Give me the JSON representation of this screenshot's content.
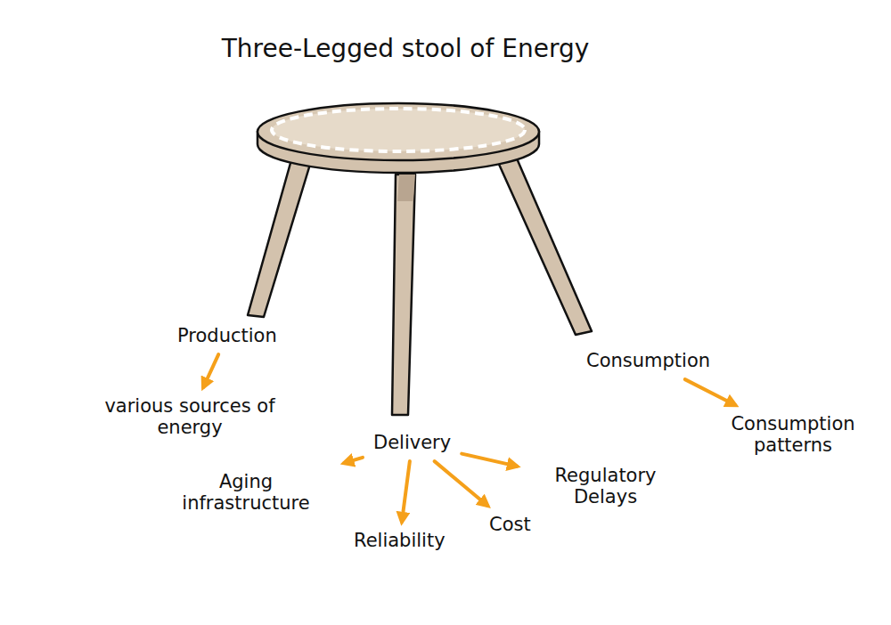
{
  "diagram": {
    "title": "Three-Legged stool of Energy",
    "nodes": [
      {
        "text": [
          "Production"
        ]
      },
      {
        "text": [
          "Consumption"
        ]
      },
      {
        "text": [
          "various sources of energy"
        ]
      },
      {
        "text": [
          "Delivery"
        ]
      },
      {
        "text": [
          "Regulatory Delays"
        ]
      },
      {
        "text": [
          "Aging infrastructure"
        ]
      },
      {
        "text": [
          "Reliability"
        ]
      },
      {
        "text": [
          "Cost"
        ]
      },
      {
        "text": [
          "Consumption patterns"
        ]
      }
    ],
    "edges": [
      {
        "from": 0,
        "to": 2,
        "arrow": "to"
      },
      {
        "from": 1,
        "to": 8,
        "arrow": "to"
      },
      {
        "from": 3,
        "to": 5,
        "arrow": "to"
      },
      {
        "from": 3,
        "to": 6,
        "arrow": "to"
      },
      {
        "from": 3,
        "to": 7,
        "arrow": "to"
      },
      {
        "from": 3,
        "to": 4,
        "arrow": "to"
      }
    ]
  }
}
